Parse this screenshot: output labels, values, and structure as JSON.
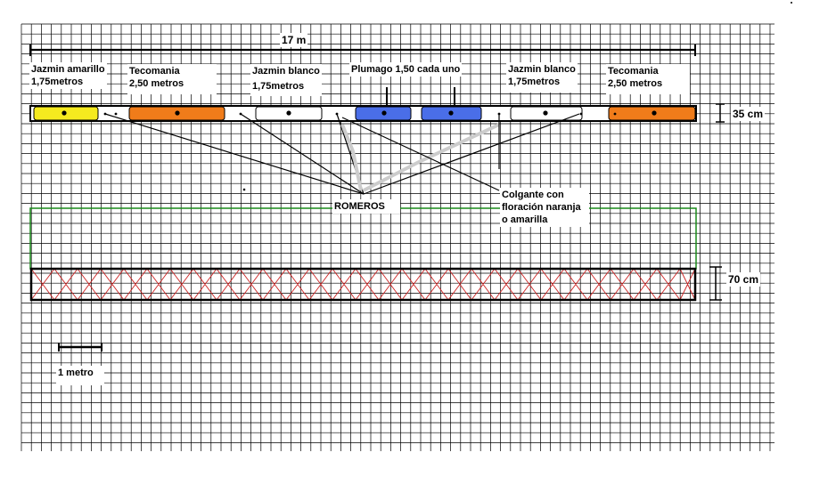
{
  "dimensions": {
    "total_length": "17 m",
    "top_height": "35 cm",
    "bottom_height": "70 cm"
  },
  "plants": [
    {
      "line1": "Jazmin amarillo",
      "line2": "1,75metros",
      "color": "#f5ea1f"
    },
    {
      "line1": "Tecomania",
      "line2": "2,50 metros",
      "color": "#f07c1a"
    },
    {
      "line1": "Jazmin blanco",
      "line2": "1,75metros",
      "color": "#ffffff"
    },
    {
      "line1": "Plumago 1,50 cada uno",
      "line2": "",
      "color": "#4a6ee8"
    },
    {
      "line1": "Jazmin blanco",
      "line2": "1,75metros",
      "color": "#ffffff"
    },
    {
      "line1": "Tecomania",
      "line2": "2,50 metros",
      "color": "#f07c1a"
    }
  ],
  "romeros_label": "ROMEROS",
  "colgante": {
    "line1": "Colgante con",
    "line2": "floración naranja",
    "line3": "o amarilla"
  },
  "scale_label": "1 metro",
  "colors": {
    "grid": "#000000",
    "green_box": "#1a8a1a",
    "lattice": "#cc2222",
    "gray_line": "#cccccc"
  }
}
